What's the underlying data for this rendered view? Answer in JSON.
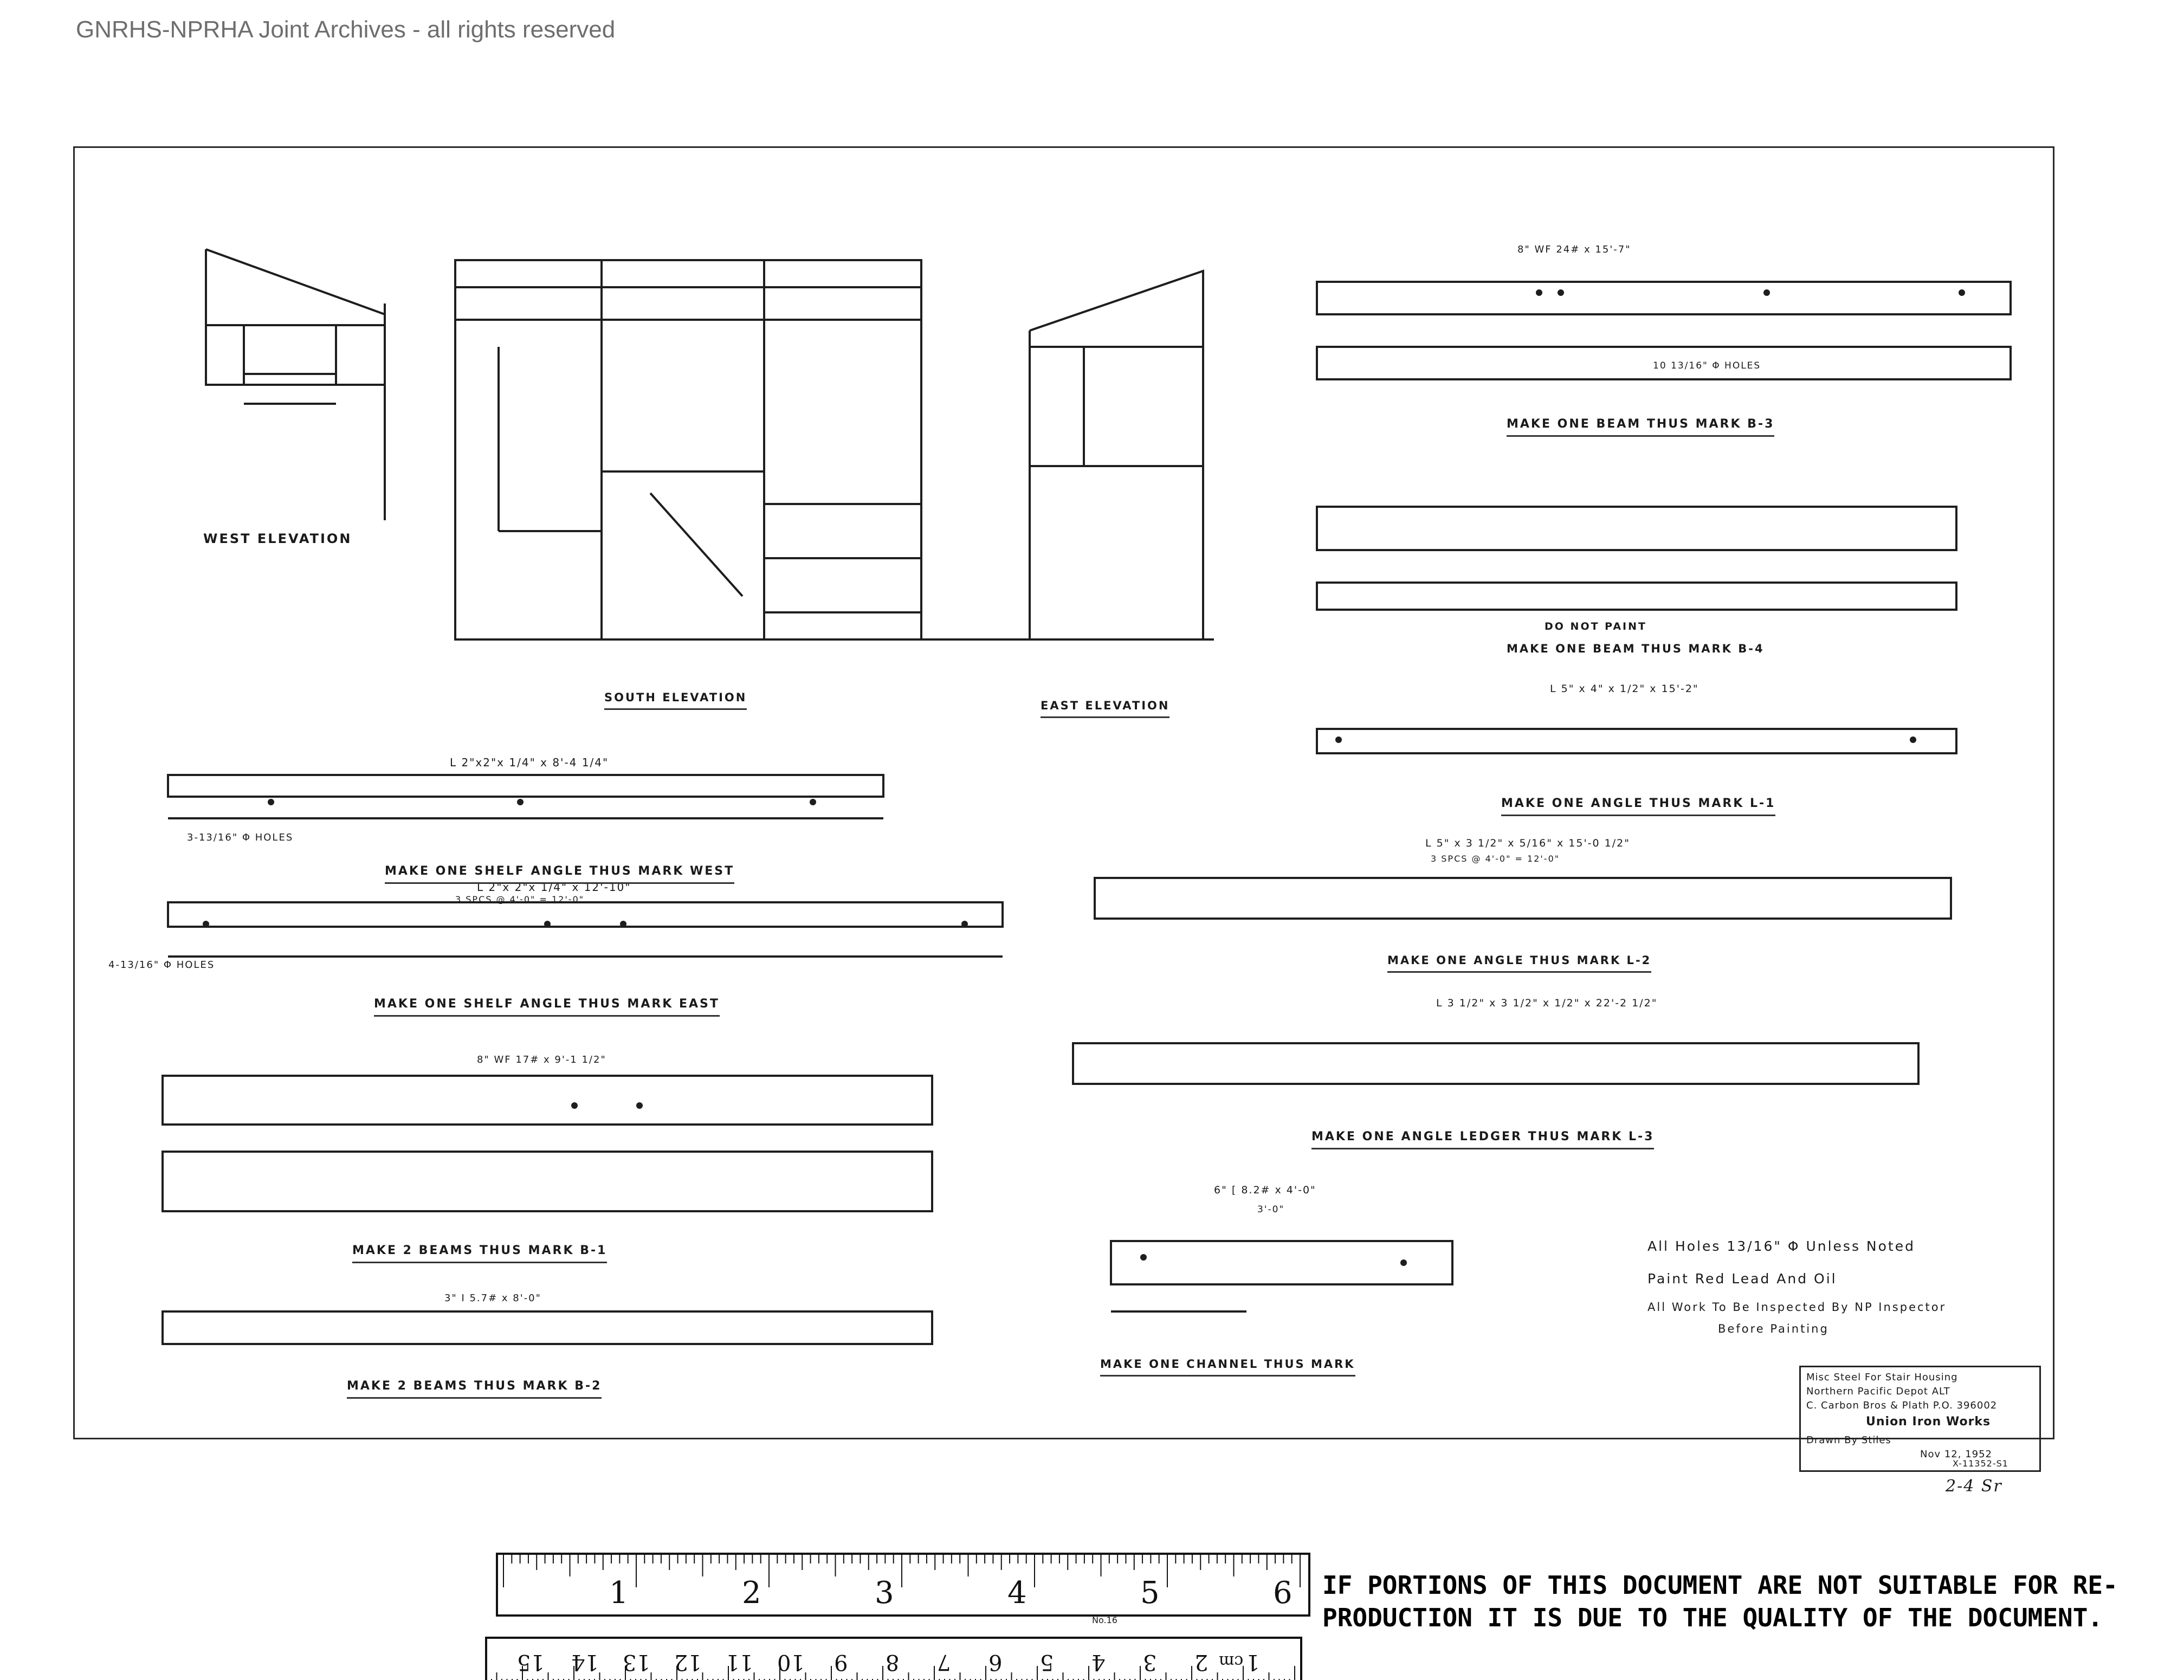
{
  "watermark": "GNRHS-NPRHA Joint Archives - all rights reserved",
  "views": {
    "west": "West Elevation",
    "south": "South Elevation",
    "east": "East Elevation"
  },
  "captions": {
    "shelf_west": "Make One Shelf Angle Thus Mark West",
    "shelf_east": "Make One Shelf Angle Thus Mark East",
    "beam_b1": "Make 2 Beams Thus Mark B-1",
    "beam_b2_lower": "Make 2 Beams Thus Mark B-2",
    "beam_b3": "Make One Beam Thus Mark B-3",
    "beam_b4": "Make One Beam Thus Mark B-4",
    "do_not_paint": "Do Not Paint",
    "angle_l1": "Make One Angle Thus Mark L-1",
    "angle_l2": "Make One Angle Thus Mark L-2",
    "angle_l3": "Make One Angle Ledger Thus Mark L-3",
    "channel": "Make One Channel Thus Mark"
  },
  "notes": {
    "holes": "All Holes 13/16\" Φ Unless Noted",
    "paint": "Paint Red Lead And Oil",
    "inspect": "All Work To Be Inspected By NP Inspector",
    "before": "Before Painting"
  },
  "dims": {
    "shelf_west": "L 2\"x2\"x 1/4\" x 8'-4 1/4\"",
    "shelf_east": "L 2\"x 2\"x 1/4\" x 12'-10\"",
    "shelf_east_spcs": "3 SPCS @ 4'-0\" = 12'-0\"",
    "beam_b1": "8\" WF 17# x 9'-1 1/2\"",
    "beam_b2_lower": "3\" I 5.7# x 8'-0\"",
    "angle_l1": "L 5\" x 3 1/2\" x 5/16\" x 15'-0 1/2\"",
    "angle_l1_spcs": "3 SPCS @ 4'-0\" = 12'-0\"",
    "angle_l2_top": "L 5\" x 4\" x 1/2\" x 15'-2\"",
    "angle_l3": "L 3 1/2\" x 3 1/2\" x 1/2\" x 22'-2 1/2\"",
    "channel": "6\" [ 8.2# x 4'-0\"",
    "channel_len": "3'-0\"",
    "beam_b3": "8\" WF 24# x 15'-7\"",
    "holes_10": "10 13/16\" Φ HOLES",
    "holes_3": "3-13/16\" Φ HOLES",
    "holes_4": "4-13/16\" Φ HOLES"
  },
  "title_block": {
    "line1": "Misc Steel For Stair Housing",
    "line2": "Northern Pacific Depot ALT",
    "line3": "C. Carbon Bros & Plath  P.O. 396002",
    "line4": "Union Iron Works",
    "line5": "Drawn By Stiles",
    "line6": "Nov 12, 1952",
    "line7": "X-11352-S1"
  },
  "signature_note": "2-4 Sr",
  "ruler_inches": [
    "1",
    "2",
    "3",
    "4",
    "5",
    "6"
  ],
  "ruler_label": "No.16",
  "ruler_cm": [
    "1",
    "cm",
    "2",
    "3",
    "4",
    "5",
    "6",
    "7",
    "8",
    "9",
    "10",
    "11",
    "12",
    "13",
    "14",
    "15"
  ],
  "disclaimer": {
    "line1": "IF PORTIONS OF THIS DOCUMENT ARE NOT SUITABLE FOR RE-",
    "line2": "PRODUCTION IT IS DUE TO THE QUALITY OF THE DOCUMENT."
  }
}
